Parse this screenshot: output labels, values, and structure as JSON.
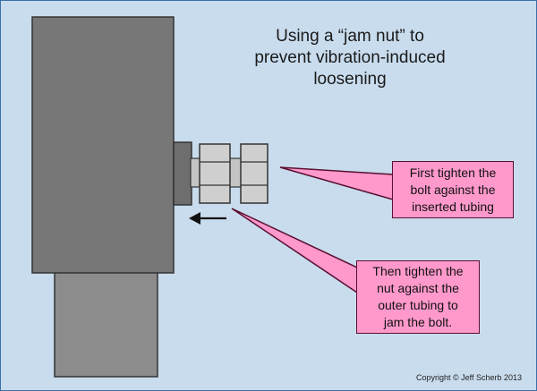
{
  "title": {
    "line1": "Using a “jam nut” to",
    "line2": "prevent vibration-induced",
    "line3": "loosening"
  },
  "callouts": [
    {
      "line1": "First tighten the",
      "line2": "bolt against the",
      "line3": "inserted tubing"
    },
    {
      "line1": "Then tighten the",
      "line2": "nut against the",
      "line3": "outer tubing to",
      "line4": "jam the bolt."
    }
  ],
  "copyright": "Copyright © Jeff Scherb 2013",
  "colors": {
    "background": "#c9dcee",
    "outer_tubing": "#777777",
    "inserted_tubing": "#8c8c8c",
    "nut": "#cfcfcf",
    "callout": "#ff99cc"
  },
  "icons": {
    "arrow": "left-arrow-icon"
  }
}
